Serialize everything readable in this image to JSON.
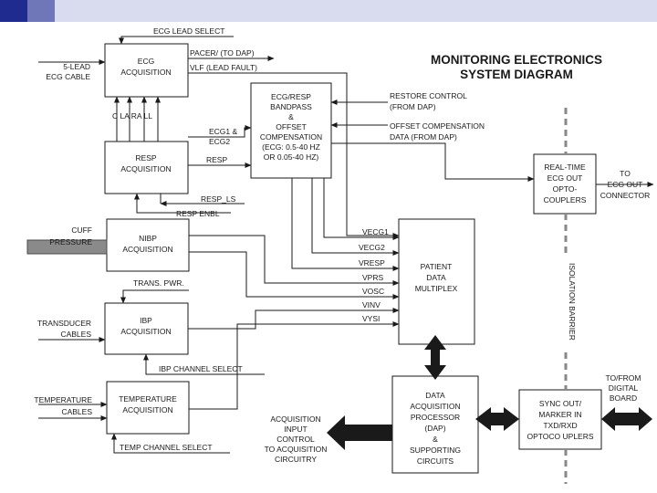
{
  "title": {
    "line1": "MONITORING ELECTRONICS",
    "line2": "SYSTEM DIAGRAM"
  },
  "blocks": {
    "ecg": [
      "ECG",
      "ACQUISITION"
    ],
    "bandpass": [
      "ECG/RESP",
      "BANDPASS",
      "&",
      "OFFSET",
      "COMPENSATION",
      "(ECG: 0.5-40 HZ",
      "OR 0.05-40 HZ)"
    ],
    "resp": [
      "RESP",
      "ACQUISITION"
    ],
    "nibp": [
      "NIBP",
      "ACQUISITION"
    ],
    "ibp": [
      "IBP",
      "ACQUISITION"
    ],
    "temp": [
      "TEMPERATURE",
      "ACQUISITION"
    ],
    "multiplex": [
      "PATIENT",
      "DATA",
      "MULTIPLEX"
    ],
    "dap": [
      "DATA",
      "ACQUISITION",
      "PROCESSOR",
      "(DAP)",
      "&",
      "SUPPORTING",
      "CIRCUITS"
    ],
    "opto": [
      "REAL-TIME",
      "ECG OUT",
      "OPTO-",
      "COUPLERS"
    ],
    "sync": [
      "SYNC OUT/",
      "MARKER IN",
      "TXD/RXD",
      "OPTOCO UPLERS"
    ]
  },
  "labels": {
    "ecg_lead_select": "ECG LEAD SELECT",
    "lead5": [
      "5-LEAD",
      "ECG CABLE"
    ],
    "pacer": "PACER/ (TO DAP)",
    "vlf": "VLF (LEAD FAULT)",
    "leads": "C  LA  RA  LL",
    "ecg12": [
      "ECG1 &",
      "ECG2"
    ],
    "resp_sig": "RESP",
    "resp_ls": "RESP_LS",
    "resp_enbl": "RESP ENBL",
    "restore": [
      "RESTORE CONTROL",
      "(FROM DAP)"
    ],
    "offset_comp": [
      "OFFSET COMPENSATION",
      "DATA (FROM DAP)"
    ],
    "to_ecg_out": [
      "TO",
      "ECG OUT",
      "CONNECTOR"
    ],
    "cuff": [
      "CUFF",
      "PRESSURE"
    ],
    "signals": [
      "VECG1",
      "VECG2",
      "VRESP",
      "VPRS",
      "VOSC",
      "VINV",
      "VYSI"
    ],
    "trans_pwr": "TRANS. PWR.",
    "transducer": [
      "TRANSDUCER",
      "CABLES"
    ],
    "ibp_channel": "IBP CHANNEL SELECT",
    "temp_cables": [
      "TEMPERATURE",
      "CABLES"
    ],
    "temp_channel": "TEMP CHANNEL SELECT",
    "acq_input": [
      "ACQUISITION",
      "INPUT",
      "CONTROL",
      "TO ACQUISITION",
      "CIRCUITRY"
    ],
    "to_from": [
      "TO/FROM",
      "DIGITAL",
      "BOARD"
    ],
    "isolation": "ISOLATION BARRIER"
  },
  "colors": {
    "bar_dark": "#1f2b8f",
    "bar_mid": "#6f77b8",
    "bar_light": "#c7cae6"
  }
}
